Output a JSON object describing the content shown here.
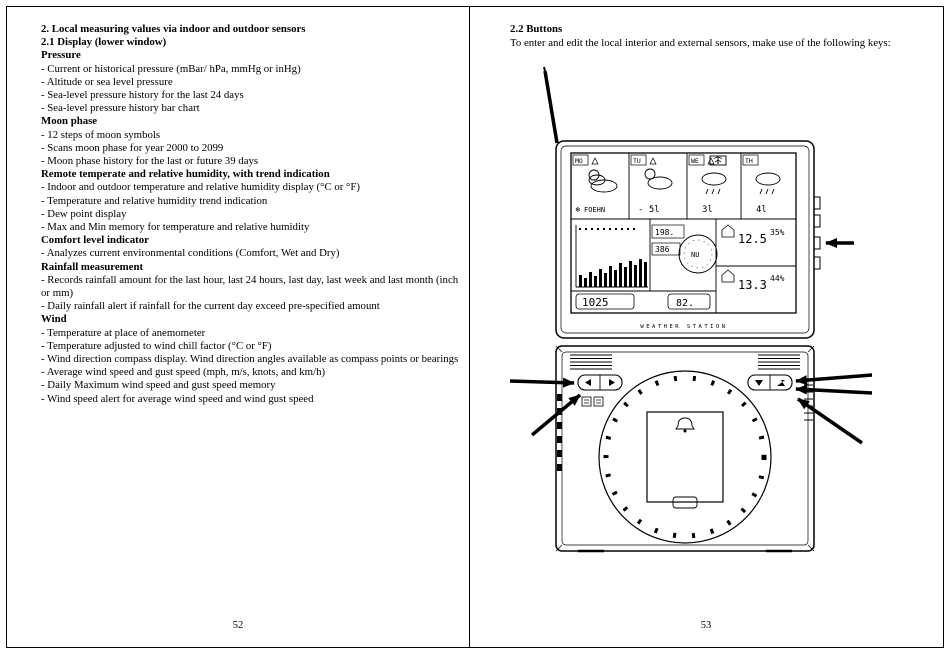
{
  "page": {
    "left": {
      "sections": [
        {
          "heading": "2. Local measuring values via indoor and outdoor sensors",
          "items": []
        },
        {
          "heading": "2.1 Display (lower window)",
          "items": []
        },
        {
          "heading": "Pressure",
          "items": [
            "- Current or historical pressure (mBar/ hPa, mmHg or inHg)",
            "- Altitude or sea level pressure",
            "- Sea-level pressure history for the last 24 days",
            "- Sea-level pressure history bar chart"
          ]
        },
        {
          "heading": "Moon phase",
          "items": [
            "- 12 steps of moon symbols",
            "- Scans moon phase for year 2000 to 2099",
            "- Moon phase history for the last or future 39 days"
          ]
        },
        {
          "heading": "Remote temperate and relative humidity, with trend indication",
          "items": [
            "- Indoor and outdoor temperature and relative humidity display (°C or °F)",
            "- Temperature and relative humidity trend indication",
            "- Dew point display",
            "- Max and Min memory for temperature and relative humidity"
          ]
        },
        {
          "heading": "Comfort level indicator",
          "items": [
            "- Analyzes current environmental conditions (Comfort, Wet and Dry)"
          ]
        },
        {
          "heading": "Rainfall measurement",
          "items": [
            "- Records rainfall amount for the last hour, last 24 hours, last day, last week and last month (inch or mm)",
            "- Daily rainfall alert if rainfall for the current day exceed pre-specified amount"
          ]
        },
        {
          "heading": "Wind",
          "items": [
            "- Temperature at place of anemometer",
            "- Temperature adjusted to wind chill factor (°C or °F)",
            "- Wind direction compass display. Wind direction angles available as compass points or bearings",
            "- Average wind speed and gust speed (mph, m/s, knots, and km/h)",
            "- Daily Maximum wind speed and gust speed memory",
            "- Wind speed alert for average wind speed and wind gust speed"
          ]
        }
      ],
      "page_number": "52"
    },
    "right": {
      "heading": "2.2 Buttons",
      "intro": "To enter and edit the local interior and external sensors, make use of the following keys:",
      "page_number": "53",
      "station": {
        "days": [
          "MO",
          "TU",
          "WE",
          "TH"
        ],
        "snow_icon": "❄",
        "foehn": "FOEHN",
        "forecast_values": [
          "- 5l",
          "3l",
          "4l"
        ],
        "readout_small_top": "198.",
        "readout_small_mid": "386",
        "moon_label": "NU",
        "pressure": "1025",
        "moon_value": "82.",
        "temp_in": "12.5",
        "hum_in": "35%",
        "temp_out": "13.3",
        "hum_out": "44%",
        "brand": "WEATHER STATION"
      }
    }
  }
}
